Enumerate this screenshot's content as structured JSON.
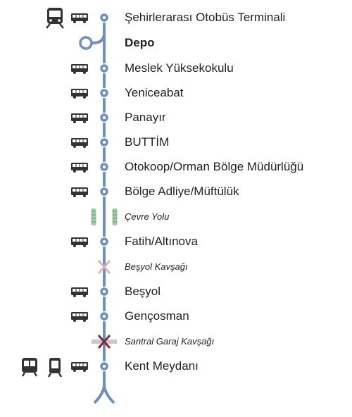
{
  "line_color": "#6f8fbf",
  "stops": [
    {
      "name": "Şehirlerarası Otobüs Terminali",
      "style": "normal",
      "marker": "stop",
      "icons": [
        "coach-icon",
        "bus-icon"
      ]
    },
    {
      "name": "Depo",
      "style": "bold",
      "marker": "depot",
      "icons": []
    },
    {
      "name": "Meslek Yüksekokulu",
      "style": "normal",
      "marker": "stop",
      "icons": [
        "bus-icon"
      ]
    },
    {
      "name": "Yeniceabat",
      "style": "normal",
      "marker": "stop",
      "icons": [
        "bus-icon"
      ]
    },
    {
      "name": "Panayır",
      "style": "normal",
      "marker": "stop",
      "icons": [
        "bus-icon"
      ]
    },
    {
      "name": "BUTTİM",
      "style": "normal",
      "marker": "stop",
      "icons": [
        "bus-icon"
      ]
    },
    {
      "name": "Otokoop/Orman Bölge Müdürlüğü",
      "style": "normal",
      "marker": "stop",
      "icons": [
        "bus-icon"
      ]
    },
    {
      "name": "Bölge Adliye/Müftülük",
      "style": "normal",
      "marker": "stop",
      "icons": [
        "bus-icon"
      ]
    },
    {
      "name": "Çevre Yolu",
      "style": "small",
      "marker": "bridge",
      "icons": []
    },
    {
      "name": "Fatih/Altınova",
      "style": "normal",
      "marker": "stop",
      "icons": [
        "bus-icon"
      ]
    },
    {
      "name": "Beşyol Kavşağı",
      "style": "small",
      "marker": "crossing-light",
      "icons": []
    },
    {
      "name": "Beşyol",
      "style": "normal",
      "marker": "stop",
      "icons": [
        "bus-icon"
      ]
    },
    {
      "name": "Gençosman",
      "style": "normal",
      "marker": "stop",
      "icons": [
        "bus-icon"
      ]
    },
    {
      "name": "Santral Garaj Kavşağı",
      "style": "small",
      "marker": "crossing-dark",
      "icons": []
    },
    {
      "name": "Kent Meydanı",
      "style": "normal",
      "marker": "stop",
      "icons": [
        "metro-icon",
        "tram-icon",
        "bus-icon"
      ]
    }
  ]
}
